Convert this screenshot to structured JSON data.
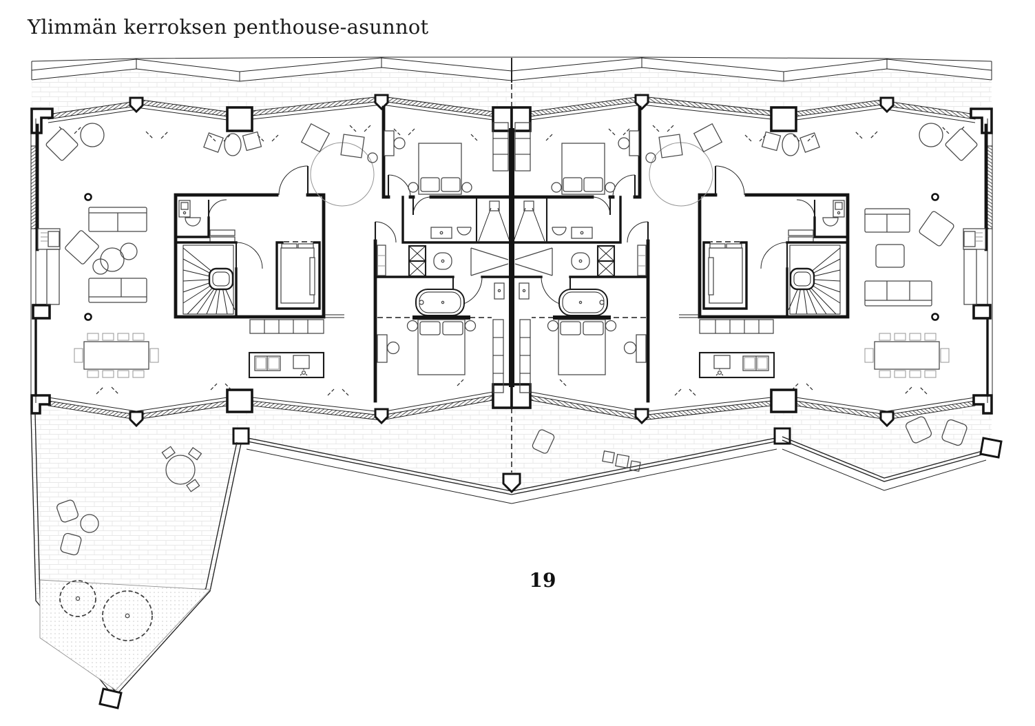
{
  "page": {
    "title": "Ylimmän kerroksen penthouse-asunnot",
    "page_number": "19"
  },
  "drawing": {
    "kind": "architectural floor plan, top-floor penthouse apartments, two mirrored units",
    "colors": {
      "paper": "#ffffff",
      "ink": "#141414",
      "terrace_hatch": "#e8e8e8",
      "furniture_line": "#454545",
      "planting_dots": "#c9c9c9"
    }
  }
}
